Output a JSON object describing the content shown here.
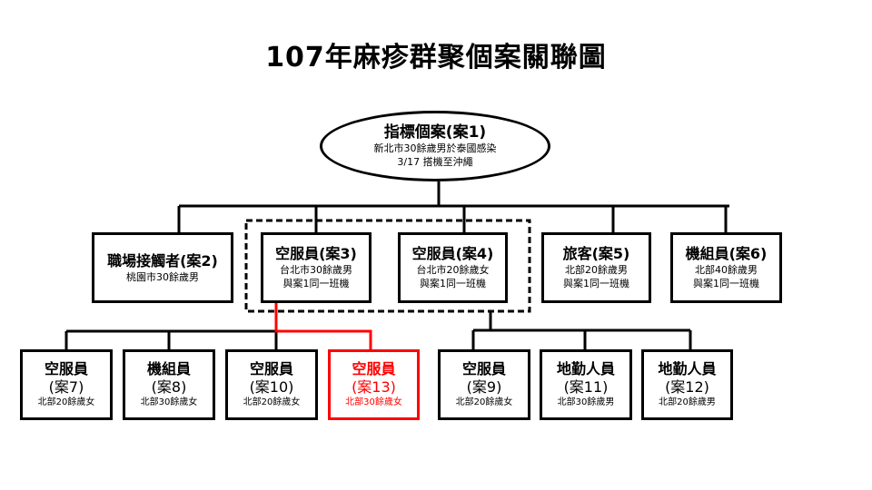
{
  "title": "107年麻疹群聚個案關聯圖",
  "colors": {
    "line": "#000000",
    "highlight": "#ff0000",
    "background": "#ffffff"
  },
  "index_case": {
    "name": "指標個案(案1)",
    "desc_line1": "新北市30餘歲男於泰國感染",
    "desc_line2": "3/17 搭機至沖繩"
  },
  "level2": [
    {
      "id": "case2",
      "name": "職場接觸者(案2)",
      "desc_line1": "桃園市30餘歲男",
      "desc_line2": ""
    },
    {
      "id": "case3",
      "name": "空服員(案3)",
      "desc_line1": "台北市30餘歲男",
      "desc_line2": "與案1同一班機"
    },
    {
      "id": "case4",
      "name": "空服員(案4)",
      "desc_line1": "台北市20餘歲女",
      "desc_line2": "與案1同一班機"
    },
    {
      "id": "case5",
      "name": "旅客(案5)",
      "desc_line1": "北部20餘歲男",
      "desc_line2": "與案1同一班機"
    },
    {
      "id": "case6",
      "name": "機組員(案6)",
      "desc_line1": "北部40餘歲男",
      "desc_line2": "與案1同一班機"
    }
  ],
  "level3": [
    {
      "id": "case7",
      "role": "空服員",
      "case": "(案7)",
      "desc": "北部20餘歲女",
      "highlight": false
    },
    {
      "id": "case8",
      "role": "機組員",
      "case": "(案8)",
      "desc": "北部30餘歲女",
      "highlight": false
    },
    {
      "id": "case10",
      "role": "空服員",
      "case": "(案10)",
      "desc": "北部20餘歲女",
      "highlight": false
    },
    {
      "id": "case13",
      "role": "空服員",
      "case": "(案13)",
      "desc": "北部30餘歲女",
      "highlight": true
    },
    {
      "id": "case9",
      "role": "空服員",
      "case": "(案9)",
      "desc": "北部20餘歲女",
      "highlight": false
    },
    {
      "id": "case11",
      "role": "地勤人員",
      "case": "(案11)",
      "desc": "北部30餘歲男",
      "highlight": false
    },
    {
      "id": "case12",
      "role": "地勤人員",
      "case": "(案12)",
      "desc": "北部20餘歲男",
      "highlight": false
    }
  ],
  "links": [
    {
      "from": "case1",
      "to": "case2"
    },
    {
      "from": "case1",
      "to": "case3"
    },
    {
      "from": "case1",
      "to": "case4"
    },
    {
      "from": "case1",
      "to": "case5"
    },
    {
      "from": "case1",
      "to": "case6"
    },
    {
      "from": "case3+case4",
      "to": "case7"
    },
    {
      "from": "case3+case4",
      "to": "case8"
    },
    {
      "from": "case3+case4",
      "to": "case10"
    },
    {
      "from": "case3",
      "to": "case13",
      "highlight": true
    },
    {
      "from": "case3+case4",
      "to": "case9"
    },
    {
      "from": "case3+case4",
      "to": "case11"
    },
    {
      "from": "case3+case4",
      "to": "case12"
    }
  ],
  "groups": [
    {
      "name": "case3-case4-group",
      "members": [
        "case3",
        "case4"
      ],
      "style": "dashed"
    }
  ]
}
